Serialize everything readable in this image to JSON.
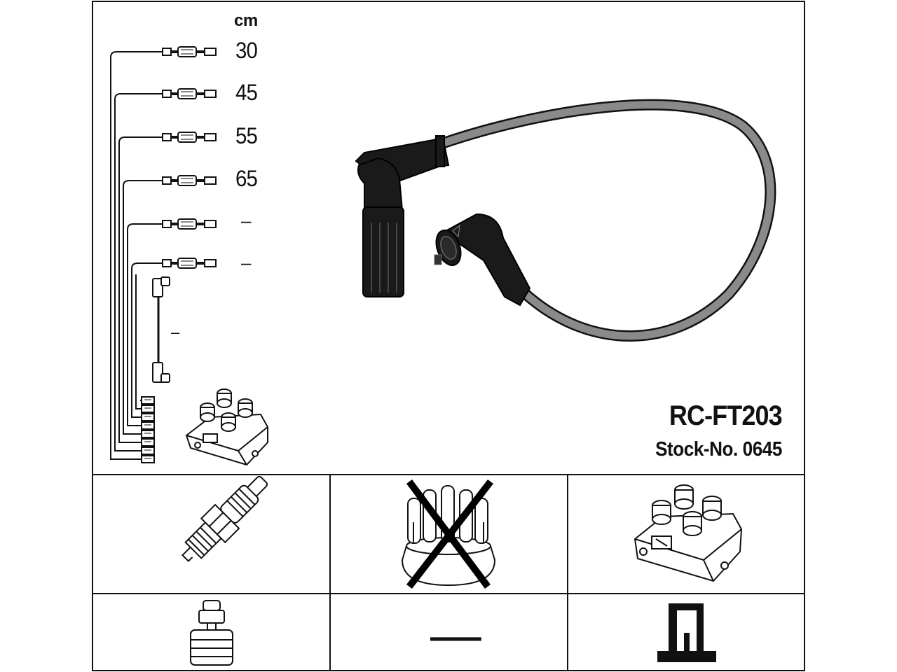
{
  "header": {
    "unit_label": "cm",
    "part_number": "RC-FT203",
    "stock_number": "Stock-No. 0645"
  },
  "wires": [
    {
      "length": "30"
    },
    {
      "length": "45"
    },
    {
      "length": "55"
    },
    {
      "length": "65"
    },
    {
      "length": "–"
    },
    {
      "length": "–"
    }
  ],
  "coil_wire_length": "–",
  "panels": {
    "distributor_cap_crossed": true,
    "middle_bottom_symbol": "—"
  },
  "colors": {
    "line": "#111111",
    "cable": "#8a8a8a",
    "boot": "#1a1a1a"
  }
}
